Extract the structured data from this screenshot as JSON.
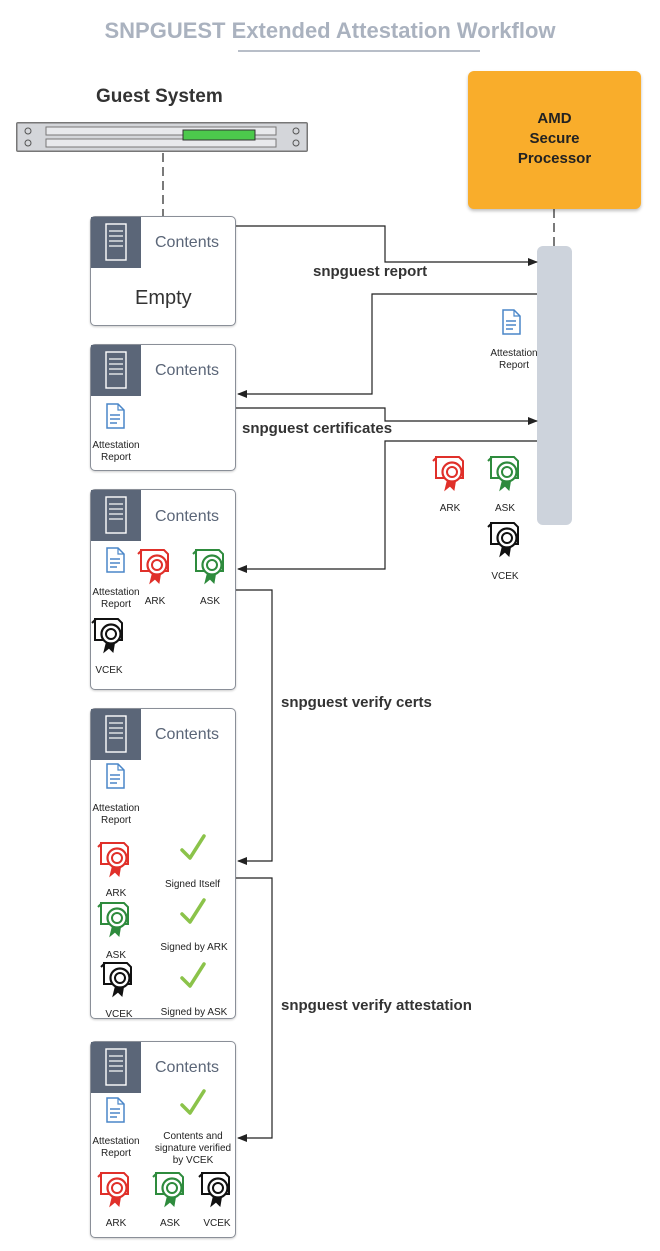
{
  "title": "SNPGUEST Extended Attestation Workflow",
  "guest_title": "Guest System",
  "amd_label_lines": [
    "AMD",
    "Secure",
    "Processor"
  ],
  "contents_label": "Contents",
  "empty_label": "Empty",
  "commands": {
    "report": "snpguest report",
    "certificates": "snpguest certificates",
    "verify_certs": "snpguest verify certs",
    "verify_attestation": "snpguest verify attestation"
  },
  "labels": {
    "attestation": "Attestation",
    "report": "Report",
    "ark": "ARK",
    "ask": "ASK",
    "vcek": "VCEK"
  },
  "checks": {
    "signed_itself": "Signed Itself",
    "signed_by_ark": "Signed by ARK",
    "signed_by_ask": "Signed by ASK",
    "verified_lines": [
      "Contents and",
      "signature verified",
      "by VCEK"
    ]
  },
  "colors": {
    "ark": "#e0302a",
    "ask": "#2e8b3d",
    "vcek": "#111111",
    "check": "#8bc34a",
    "doc": "#4a86c8",
    "amd": "#f9ad2b",
    "bar": "#cdd3dc",
    "tag": "#5b6678"
  },
  "icons": [
    "server-icon",
    "document-icon",
    "certificate-icon",
    "checkmark-icon"
  ]
}
